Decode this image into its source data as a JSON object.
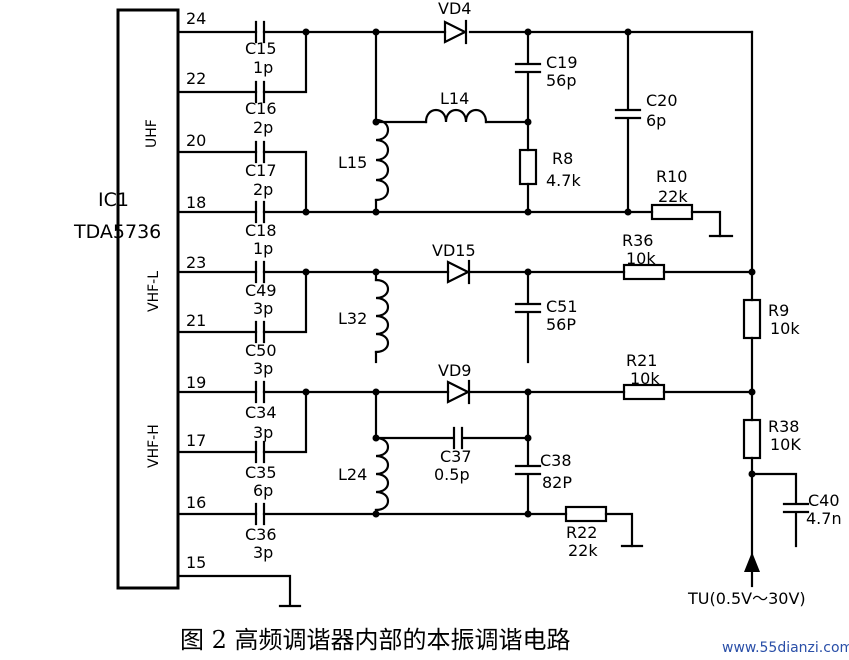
{
  "ic": {
    "ref": "IC1",
    "part": "TDA5736"
  },
  "bands": {
    "uhf": "UHF",
    "vhf_l": "VHF-L",
    "vhf_h": "VHF-H"
  },
  "pins": [
    "24",
    "22",
    "20",
    "18",
    "23",
    "21",
    "19",
    "17",
    "16",
    "15"
  ],
  "components": {
    "C15": {
      "ref": "C15",
      "value": "1p"
    },
    "C16": {
      "ref": "C16",
      "value": "2p"
    },
    "C17": {
      "ref": "C17",
      "value": "2p"
    },
    "C18": {
      "ref": "C18",
      "value": "1p"
    },
    "C49": {
      "ref": "C49",
      "value": "3p"
    },
    "C50": {
      "ref": "C50",
      "value": "3p"
    },
    "C34": {
      "ref": "C34",
      "value": "3p"
    },
    "C35": {
      "ref": "C35",
      "value": "6p"
    },
    "C36": {
      "ref": "C36",
      "value": "3p"
    },
    "C19": {
      "ref": "C19",
      "value": "56p"
    },
    "C20": {
      "ref": "C20",
      "value": "6p"
    },
    "C51": {
      "ref": "C51",
      "value": "56P"
    },
    "C37": {
      "ref": "C37",
      "value": "0.5p"
    },
    "C38": {
      "ref": "C38",
      "value": "82P"
    },
    "C40": {
      "ref": "C40",
      "value": "4.7n"
    },
    "VD4": {
      "ref": "VD4"
    },
    "VD15": {
      "ref": "VD15"
    },
    "VD9": {
      "ref": "VD9"
    },
    "L14": {
      "ref": "L14"
    },
    "L15": {
      "ref": "L15"
    },
    "L32": {
      "ref": "L32"
    },
    "L24": {
      "ref": "L24"
    },
    "R8": {
      "ref": "R8",
      "value": "4.7k"
    },
    "R10": {
      "ref": "R10",
      "value": "22k"
    },
    "R36": {
      "ref": "R36",
      "value": "10k"
    },
    "R9": {
      "ref": "R9",
      "value": "10k"
    },
    "R21": {
      "ref": "R21",
      "value": "10k"
    },
    "R38": {
      "ref": "R38",
      "value": "10K"
    },
    "R22": {
      "ref": "R22",
      "value": "22k"
    }
  },
  "tuning_input": "TU(0.5V～30V)",
  "caption": "图 2      高频调谐器内部的本振调谐电路",
  "watermark": "www.55dianzi.com"
}
